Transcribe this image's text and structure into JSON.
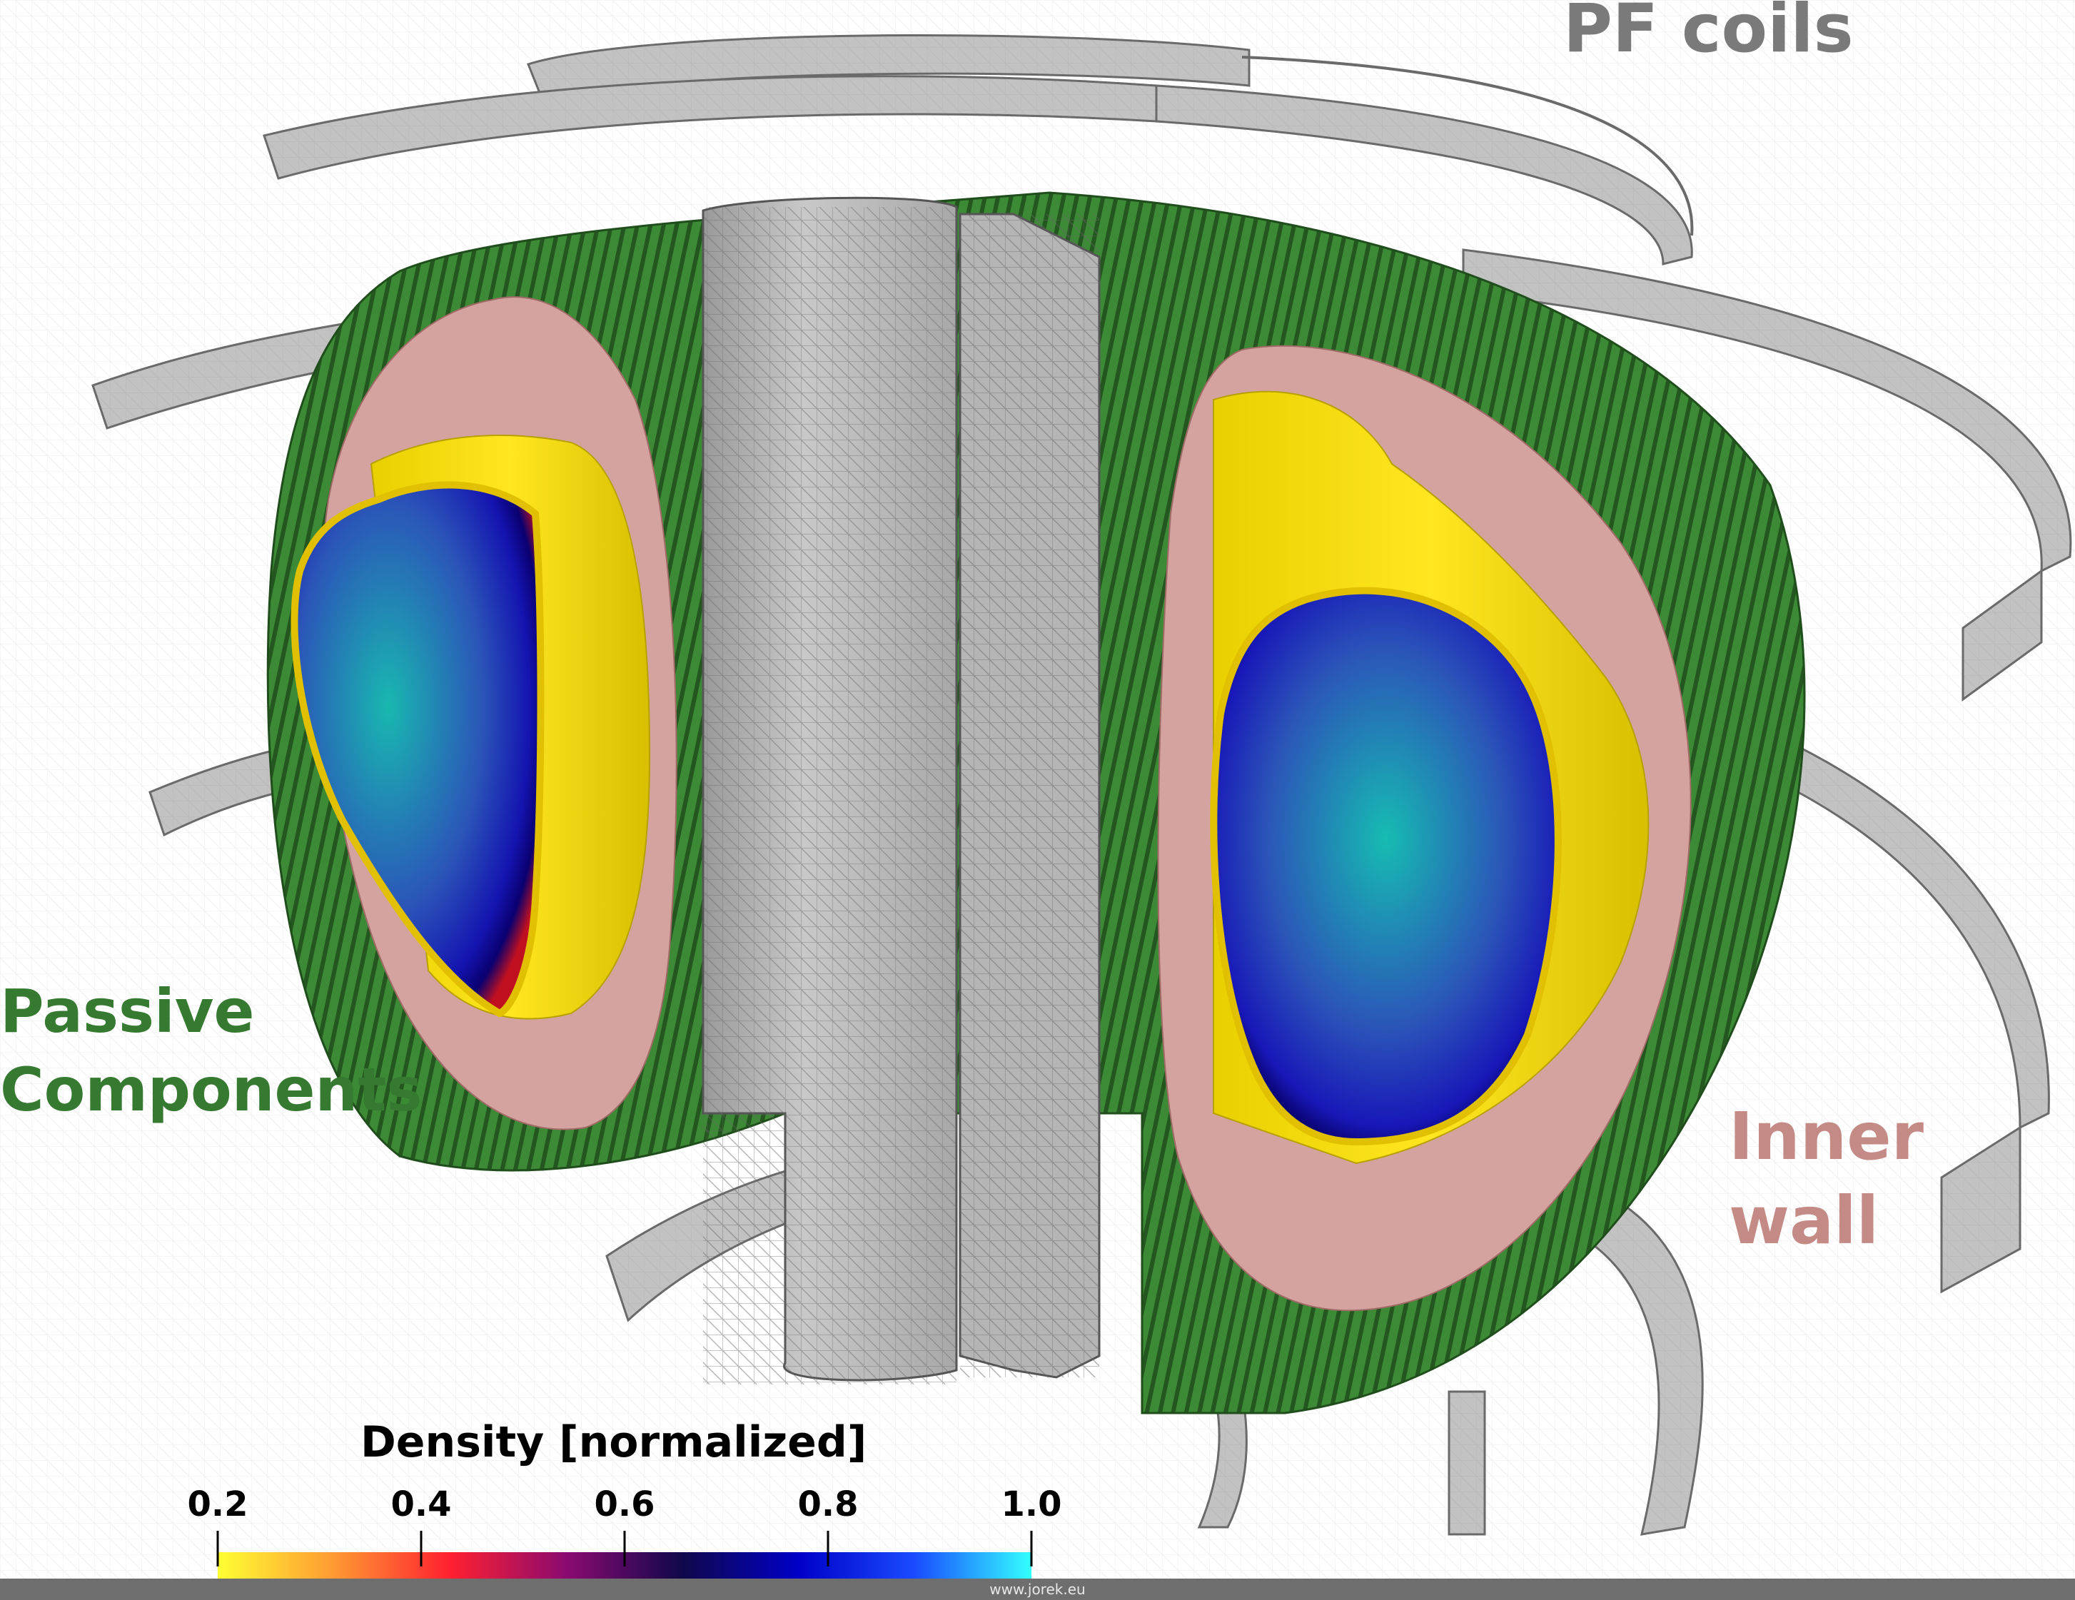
{
  "labels": {
    "pf_coils": "PF coils",
    "passive_line1": "Passive",
    "passive_line2": "Components",
    "inner_line1": "Inner",
    "inner_line2": "wall"
  },
  "colorbar": {
    "title": "Density [normalized]",
    "ticks": [
      "0.2",
      "0.4",
      "0.6",
      "0.8",
      "1.0"
    ],
    "range": [
      0.2,
      1.0
    ],
    "colors": [
      "#ffff33",
      "#ff9933",
      "#ff2030",
      "#8a0a70",
      "#10084a",
      "#0000c8",
      "#1a4cff",
      "#33ffff"
    ]
  },
  "footer": {
    "url": "www.jorek.eu"
  },
  "colors": {
    "pf_coils": "#7a7a7a",
    "passive": "#357a30",
    "inner_wall": "#c48a86",
    "coil_fill": "#c2c2c2",
    "wall_fill": "#d4a3a0"
  }
}
